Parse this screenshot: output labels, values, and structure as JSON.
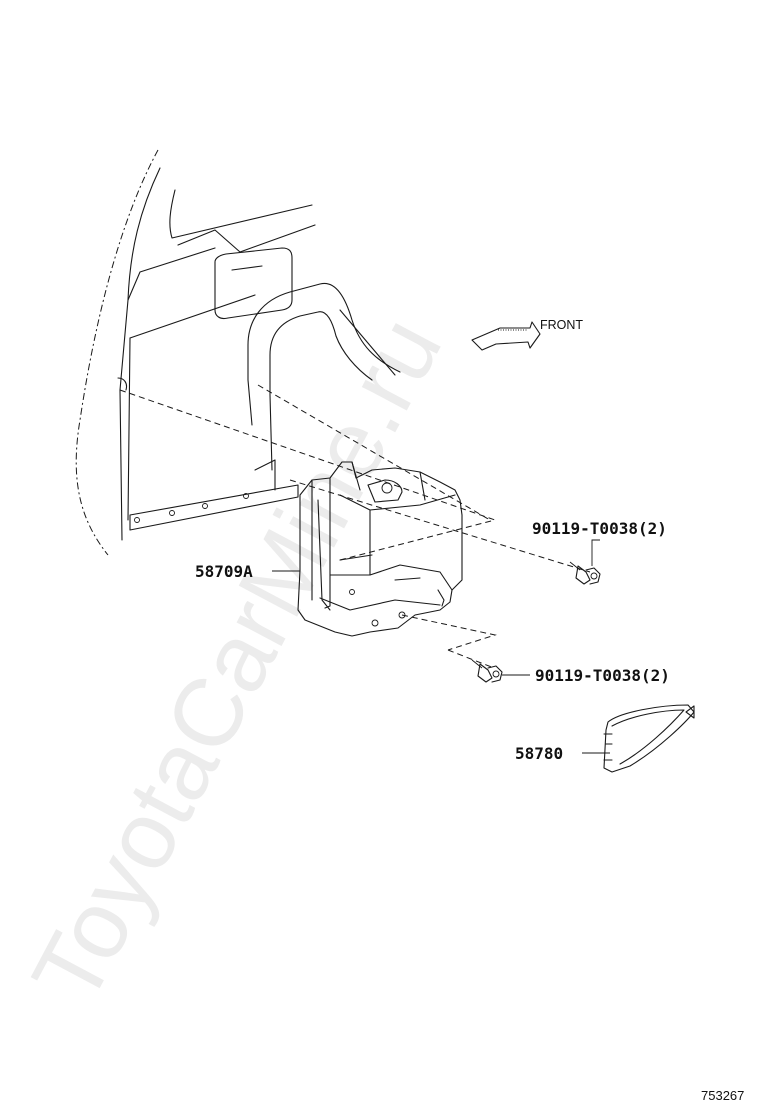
{
  "watermark": "ToyotaCarMine.ru",
  "orientation": {
    "label": "FRONT",
    "icon": "front-arrow-icon"
  },
  "parts": {
    "bracket": "58709A",
    "bolt_upper": "90119-T0038(2)",
    "bolt_lower": "90119-T0038(2)",
    "clamp": "58780"
  },
  "diagram_code": "753267"
}
